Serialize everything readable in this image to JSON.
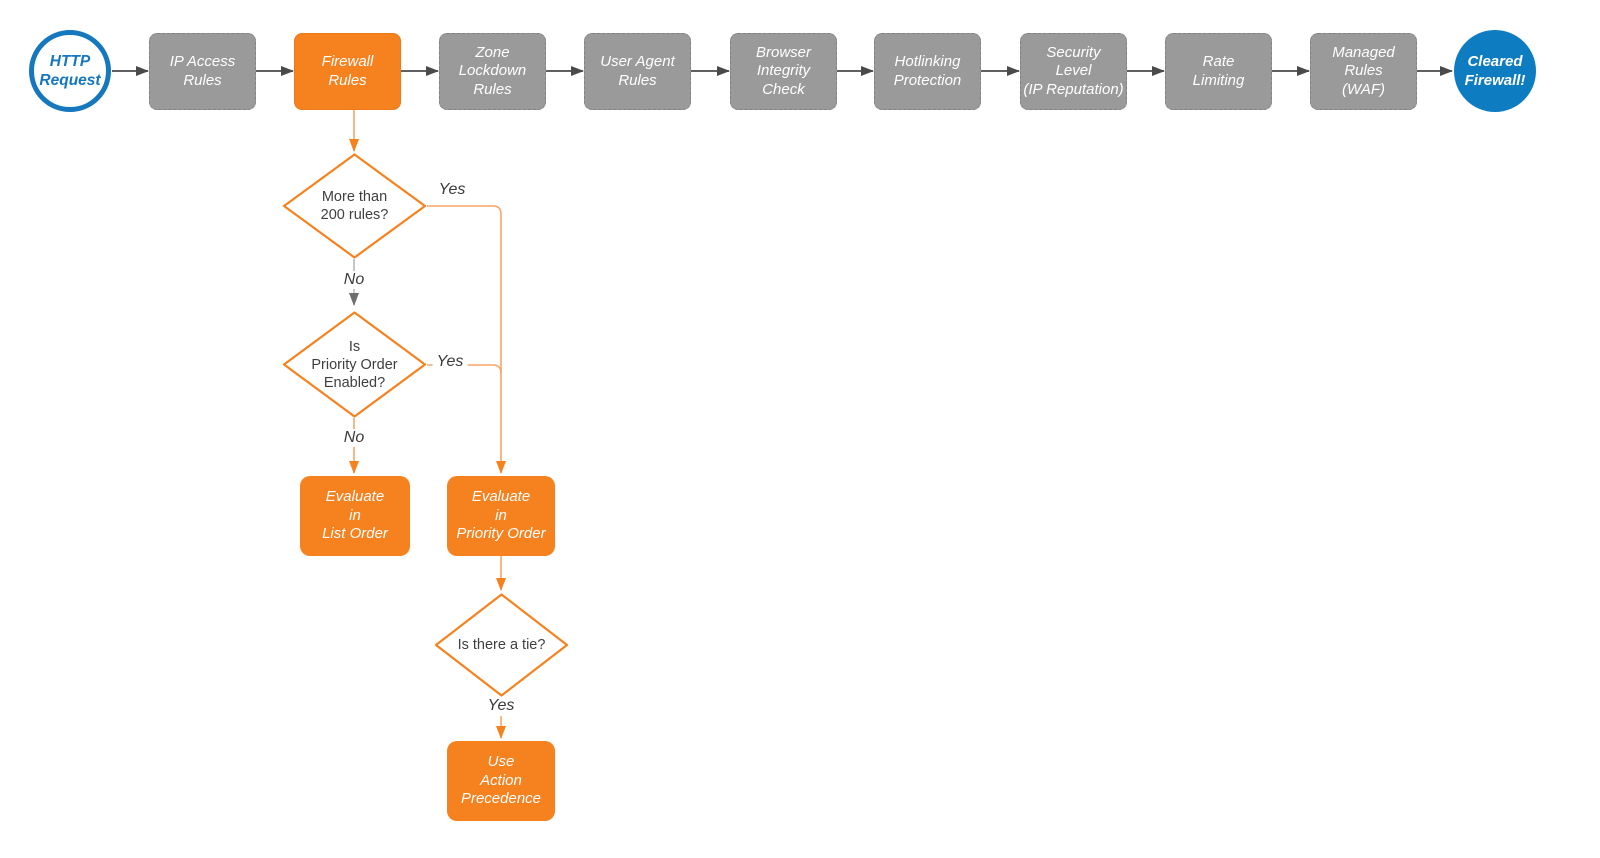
{
  "colors": {
    "accent-orange": "#F6821F",
    "connector-orange": "#F8A568",
    "node-gray": "#9A9A9A",
    "arrow-dark": "#4A4A4A",
    "connector-gray": "#B9B9B9",
    "arrowhead-gray": "#6E6E6E",
    "brand-blue": "#1577BE",
    "end-blue": "#0E7CC0",
    "text-dark": "#3F3F3F"
  },
  "start_node": {
    "label": "HTTP\nRequest"
  },
  "end_node": {
    "label": "Cleared\nFirewall!"
  },
  "stages": [
    {
      "label": "IP Access\nRules"
    },
    {
      "label": "Firewall\nRules"
    },
    {
      "label": "Zone\nLockdown\nRules"
    },
    {
      "label": "User Agent\nRules"
    },
    {
      "label": "Browser\nIntegrity\nCheck"
    },
    {
      "label": "Hotlinking\nProtection"
    },
    {
      "label": "Security\nLevel\n(IP Reputation)"
    },
    {
      "label": "Rate\nLimiting"
    },
    {
      "label": "Managed\nRules\n(WAF)"
    }
  ],
  "decisions": [
    {
      "label": "More than\n200 rules?"
    },
    {
      "label": "Is\nPriority Order\nEnabled?"
    },
    {
      "label": "Is there a tie?"
    }
  ],
  "actions": [
    {
      "label": "Evaluate\nin\nList Order"
    },
    {
      "label": "Evaluate\nin\nPriority Order"
    },
    {
      "label": "Use\nAction\nPrecedence"
    }
  ],
  "edge_labels": {
    "yes": "Yes",
    "no": "No"
  }
}
